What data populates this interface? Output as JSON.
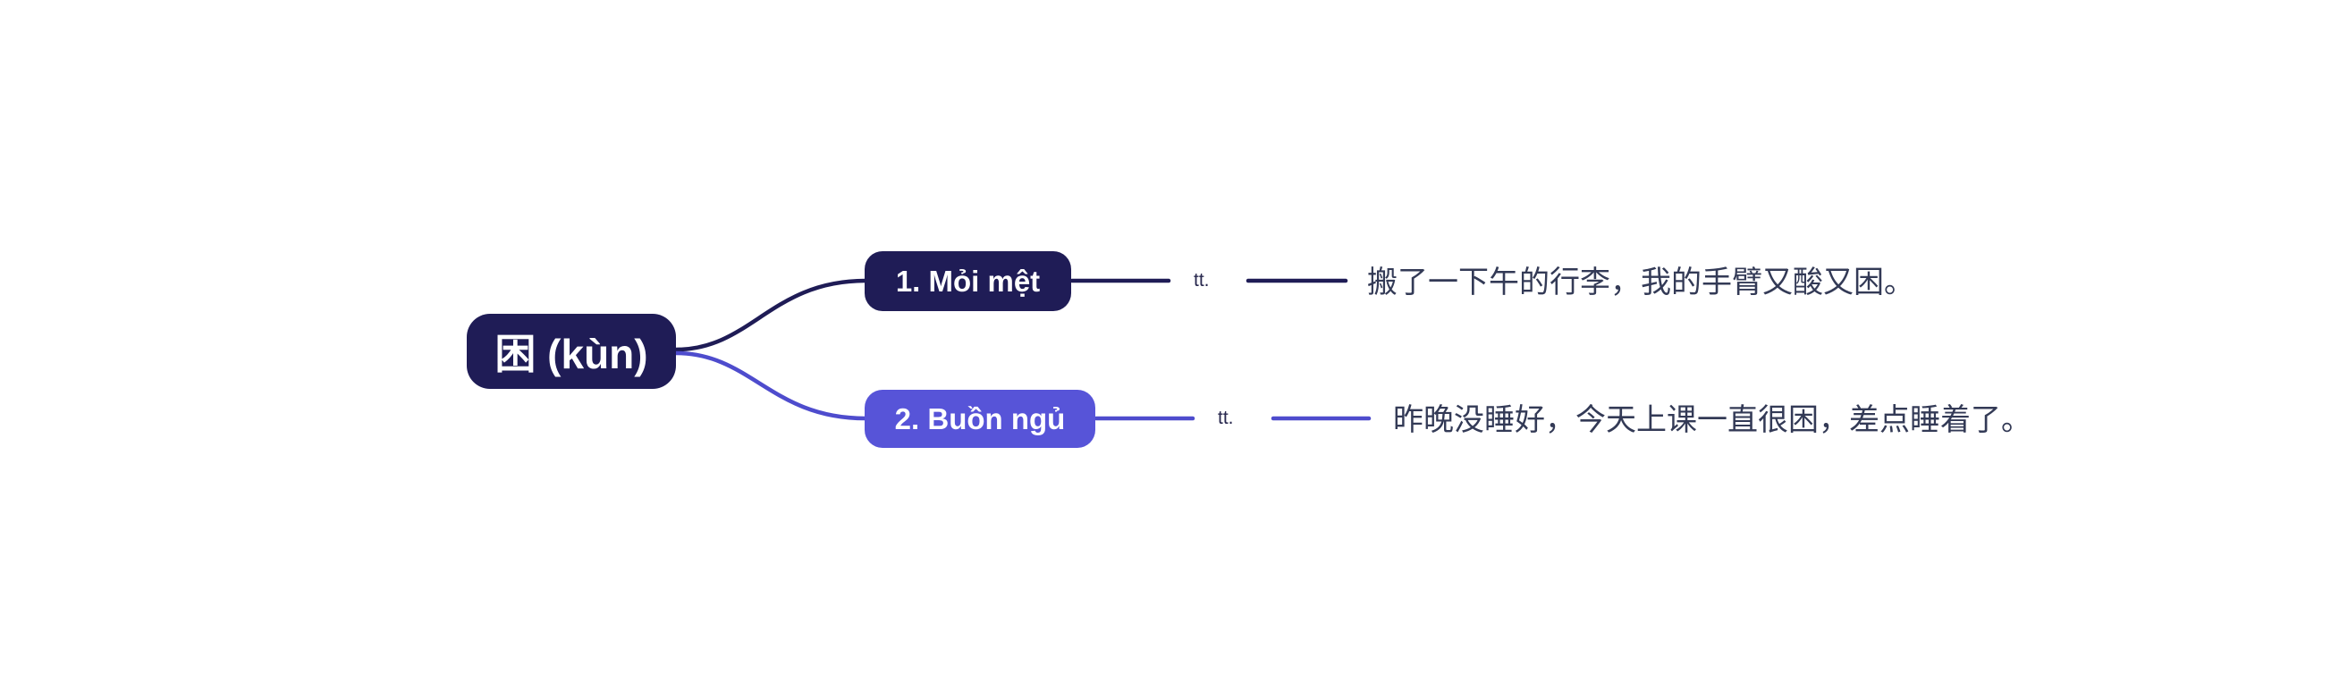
{
  "diagram": {
    "root": {
      "label": "困 (kùn)"
    },
    "branches": [
      {
        "label": "1. Mỏi mệt",
        "connector_label": "tt.",
        "example": "搬了一下午的行李，我的手臂又酸又困。"
      },
      {
        "label": "2. Buồn ngủ",
        "connector_label": "tt.",
        "example": "昨晚没睡好，今天上课一直很困，差点睡着了。"
      }
    ]
  },
  "colors": {
    "background": "#FFFFFF",
    "root_node_fill": "#1F1C56",
    "branch1_node_fill": "#1F1C56",
    "branch2_node_fill": "#5754D8",
    "branch1_line": "#1F1C56",
    "branch2_line": "#4E4CCD",
    "node_text": "#FFFFFF",
    "connector_label_text": "#28284E",
    "example_text": "#333A56"
  }
}
